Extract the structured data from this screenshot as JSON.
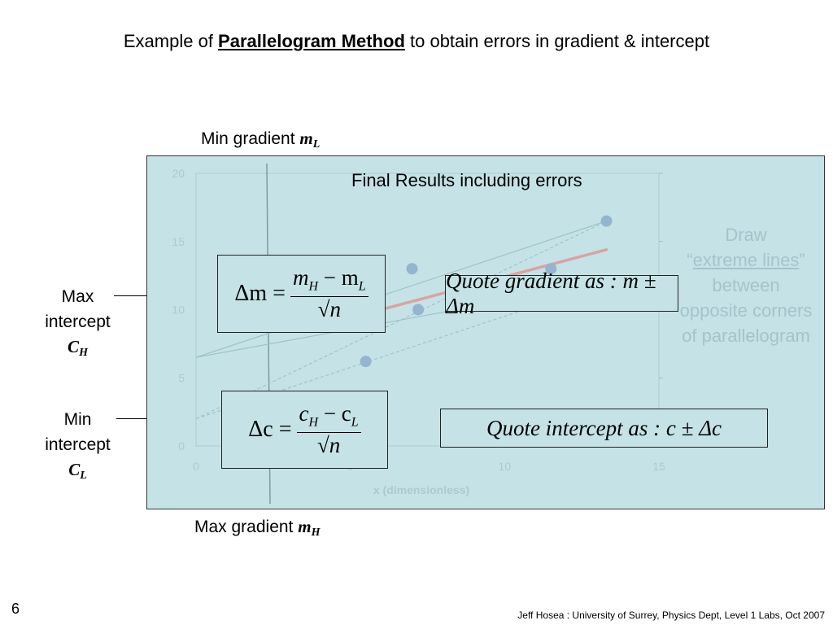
{
  "title": {
    "prefix": "Example of ",
    "keyword": "Parallelogram Method",
    "suffix": " to obtain errors in gradient & intercept"
  },
  "labels": {
    "min_gradient_text": "Min gradient ",
    "min_gradient_symbol": "m",
    "min_gradient_sub": "L",
    "max_gradient_text": "Max gradient ",
    "max_gradient_symbol": "m",
    "max_gradient_sub": "H",
    "max_intercept_line1": "Max",
    "max_intercept_line2": "intercept",
    "max_intercept_symbol": "C",
    "max_intercept_sub": "H",
    "min_intercept_line1": "Min",
    "min_intercept_line2": "intercept",
    "min_intercept_symbol": "C",
    "min_intercept_sub": "L"
  },
  "panel": {
    "heading": "Final Results including errors",
    "note_line1": "Draw",
    "note_line2_quote": "“",
    "note_line2_link": "extreme lines",
    "note_line2_end": "”",
    "note_line3": "between",
    "note_line4": "opposite corners",
    "note_line5": "of parallelogram"
  },
  "formulas": {
    "dm_lhs": "Δm =",
    "dm_num": "m",
    "dm_num_sub1": "H",
    "dm_minus": " − m",
    "dm_num_sub2": "L",
    "dm_den": "n",
    "dc_lhs": "Δc =",
    "dc_num": "c",
    "dc_num_sub1": "H",
    "dc_minus": " − c",
    "dc_num_sub2": "L",
    "dc_den": "n",
    "quote_gradient": "Quote gradient as : m ± Δm",
    "quote_intercept": "Quote intercept as : c ± Δc"
  },
  "colors": {
    "panel_bg": "#c5e3e6",
    "data_point": "#94b4cf",
    "best_fit": "#d9a3a3",
    "axis_text": "#b0c8cf"
  },
  "chart_data": {
    "type": "scatter",
    "xlabel": "x (dimensionless)",
    "ylabel": "",
    "xlim": [
      0,
      15
    ],
    "ylim": [
      0,
      20
    ],
    "xticks": [
      "0",
      "5",
      "10",
      "15"
    ],
    "yticks": [
      "0",
      "5",
      "10",
      "15",
      "20"
    ],
    "points": [
      [
        5.5,
        6.2
      ],
      [
        7.0,
        13.0
      ],
      [
        7.2,
        10.0
      ],
      [
        11.5,
        13.0
      ],
      [
        13.3,
        16.5
      ]
    ],
    "best_fit": [
      [
        6.0,
        10.0
      ],
      [
        13.3,
        14.4
      ]
    ],
    "extreme_lines": [
      [
        [
          0,
          6.5
        ],
        [
          13.3,
          16.5
        ]
      ],
      [
        [
          0,
          2.0
        ],
        [
          13.3,
          16.5
        ]
      ],
      [
        [
          0,
          6.5
        ],
        [
          13.3,
          12.0
        ]
      ],
      [
        [
          0,
          2.0
        ],
        [
          13.3,
          12.0
        ]
      ]
    ]
  },
  "page_number": "6",
  "footer": "Jeff Hosea : University of Surrey, Physics Dept, Level 1 Labs, Oct 2007"
}
